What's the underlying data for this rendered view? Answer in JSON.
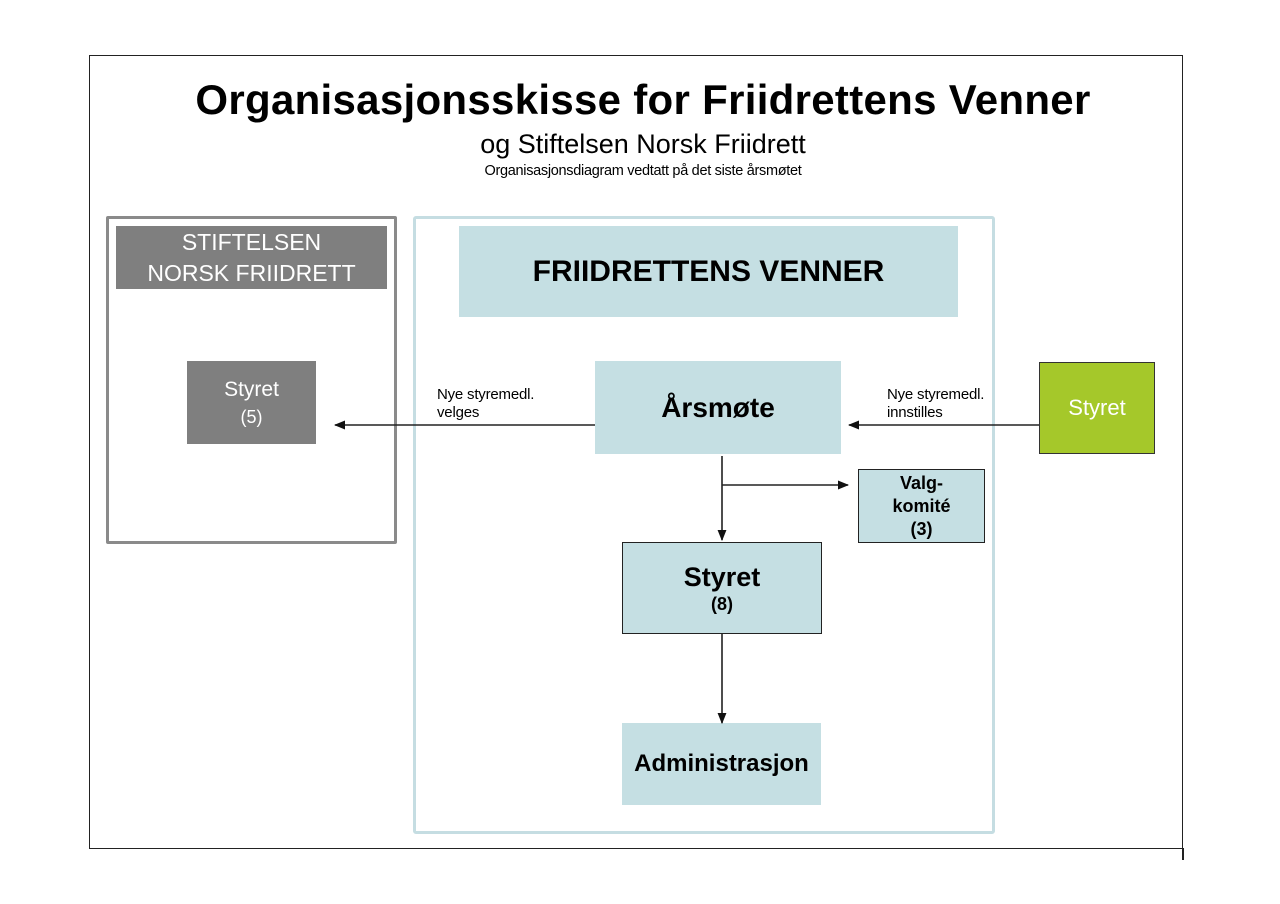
{
  "header": {
    "title": "Organisasjonsskisse for Friidrettens Venner",
    "subtitle": "og Stiftelsen Norsk Friidrett",
    "caption": "Organisasjonsdiagram vedtatt på det siste årsmøtet"
  },
  "stiftelsen": {
    "header_line1": "STIFTELSEN",
    "header_line2": "NORSK FRIIDRETT",
    "styret_label": "Styret",
    "styret_count": "(5)",
    "color": "#7f7f7f"
  },
  "friidrettens_venner": {
    "header": "FRIIDRETTENS VENNER",
    "arsmote": "Årsmøte",
    "styret_label": "Styret",
    "styret_count": "(8)",
    "valgkomite_line1": "Valg-",
    "valgkomite_line2": "komité",
    "valgkomite_count": "(3)",
    "administrasjon": "Administrasjon",
    "color": "#c5dfe3"
  },
  "external_styret": {
    "label": "Styret",
    "color": "#a5c82a"
  },
  "connectors": {
    "left_label_line1": "Nye styremedl.",
    "left_label_line2": "velges",
    "right_label_line1": "Nye styremedl.",
    "right_label_line2": "innstilles"
  }
}
